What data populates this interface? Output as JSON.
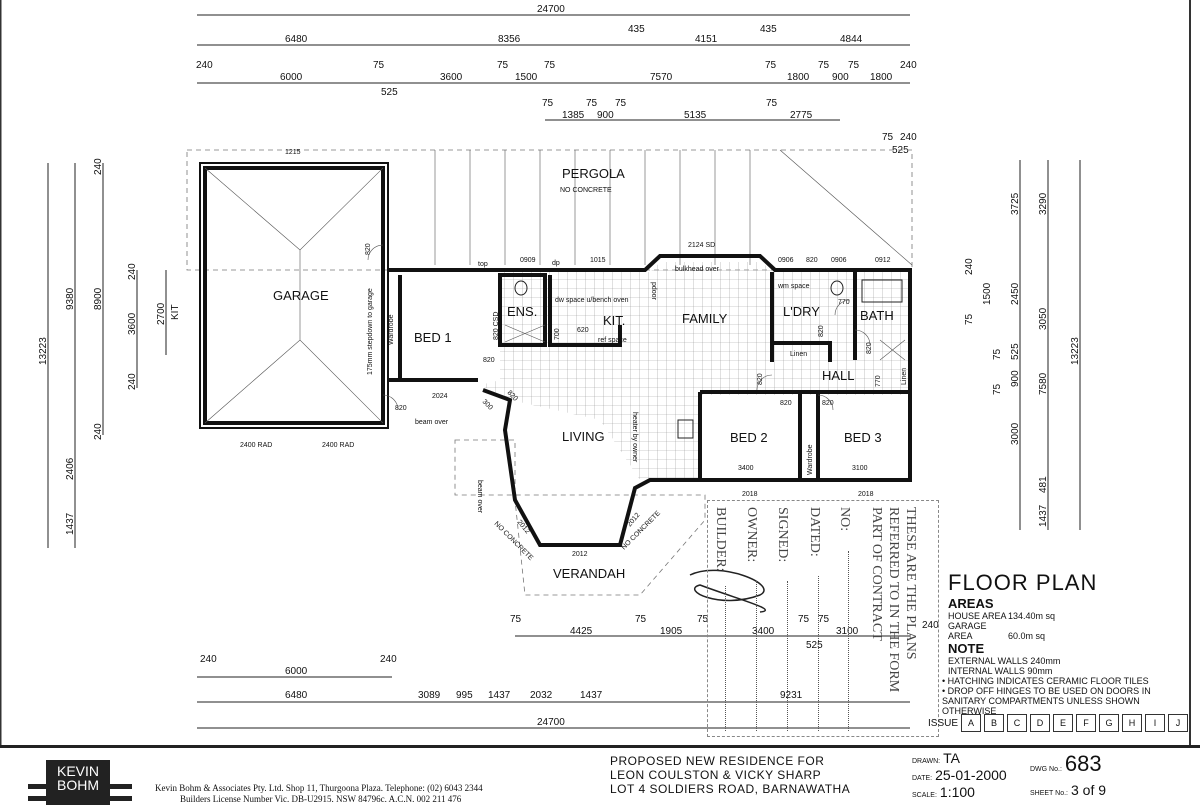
{
  "dims_top": {
    "overall": "24700",
    "row2": [
      "6480",
      "8356",
      "435",
      "4151",
      "435",
      "4844"
    ],
    "row3": [
      "240",
      "6000",
      "75",
      "525",
      "3600",
      "75",
      "1500",
      "75",
      "7570",
      "75",
      "1800",
      "75",
      "900",
      "75",
      "1800",
      "240"
    ],
    "row4": [
      "75",
      "1385",
      "75",
      "900",
      "75",
      "5135",
      "75",
      "2775"
    ],
    "right_top": [
      "75",
      "240",
      "525"
    ]
  },
  "dims_left": [
    "13223",
    "9380",
    "8900",
    "240",
    "240",
    "2406",
    "1437",
    "240",
    "3600",
    "240",
    "2700",
    "KIT"
  ],
  "dims_right": [
    "3725",
    "3290",
    "240",
    "1500",
    "2450",
    "3050",
    "13223",
    "75",
    "75",
    "525",
    "900",
    "75",
    "7580",
    "3000",
    "481",
    "1437"
  ],
  "dims_bottom": {
    "row1": [
      "75",
      "4425",
      "75",
      "1905",
      "75",
      "3400",
      "75",
      "525",
      "75",
      "3100",
      "240"
    ],
    "row2": [
      "240",
      "6000",
      "240"
    ],
    "row3": [
      "6480",
      "3089",
      "995",
      "1437",
      "2032",
      "1437",
      "9231"
    ],
    "overall": "24700"
  },
  "rooms": {
    "garage": "GARAGE",
    "bed1": "BED 1",
    "ens": "ENS.",
    "kit": "KIT.",
    "family": "FAMILY",
    "ldry": "L'DRY",
    "bath": "BATH",
    "hall": "HALL",
    "living": "LIVING",
    "bed2": "BED 2",
    "bed3": "BED 3",
    "pergola": "PERGOLA",
    "verandah": "VERANDAH"
  },
  "annotations": {
    "no_concrete": "NO CONCRETE",
    "wardrobe": "Wardrobe",
    "stepdown": "175mm stepdown to garage",
    "linen": "Linen",
    "bulkhead": "bulkhead over",
    "beam_over": "beam over",
    "heater": "heater by owner",
    "sd": "2124 SD",
    "top": "top",
    "dp": "dp",
    "pdoor": "pdoor",
    "wm_space": "wm space",
    "dw_space": "dw space u/bench oven",
    "ref_space": "ref space",
    "rad_2400": "2400 RAD",
    "windows": [
      "1215",
      "0909",
      "1015",
      "0906",
      "820",
      "0906",
      "0912",
      "2024",
      "2018",
      "2018",
      "2012",
      "2012",
      "2012"
    ],
    "doors": [
      "820",
      "820",
      "820",
      "820",
      "770",
      "820",
      "820",
      "820",
      "820",
      "770",
      "620",
      "700",
      "300",
      "820",
      "820"
    ],
    "bed2_width": "3400",
    "bed3_width": "3100",
    "sd_820": "820 CSD"
  },
  "contract_stamp": {
    "heading": [
      "THESE ARE THE PLANS",
      "REFERRED TO IN THE FORM",
      "PART OF CONTRACT"
    ],
    "fields": [
      "NO:",
      "DATED:",
      "SIGNED:",
      "OWNER:",
      "BUILDER:"
    ]
  },
  "notes": {
    "title": "FLOOR PLAN",
    "areas_heading": "AREAS",
    "house_area_label": "HOUSE AREA",
    "house_area": "134.40m sq",
    "garage_area_label": "GARAGE AREA",
    "garage_area": "60.0m sq",
    "note_heading": "NOTE",
    "ext_walls": "EXTERNAL WALLS 240mm",
    "int_walls": "INTERNAL WALLS 90mm",
    "bullets": [
      "HATCHING INDICATES CERAMIC FLOOR TILES",
      "DROP OFF HINGES TO BE USED ON DOORS IN SANITARY COMPARTMENTS UNLESS SHOWN OTHERWISE"
    ]
  },
  "issue": {
    "label": "ISSUE",
    "letters": [
      "A",
      "B",
      "C",
      "D",
      "E",
      "F",
      "G",
      "H",
      "I",
      "J"
    ]
  },
  "title_block": {
    "logo": [
      "KEVIN",
      "BOHM"
    ],
    "company": "Kevin Bohm & Associates Pty. Ltd. Shop 11, Thurgoona Plaza. Telephone: (02) 6043 2344",
    "company2": "Builders License Number Vic. DB-U2915. NSW 84796c. A.C.N. 002 211 476",
    "project": [
      "PROPOSED NEW RESIDENCE FOR",
      "LEON COULSTON & VICKY SHARP",
      "LOT 4 SOLDIERS ROAD, BARNAWATHA"
    ],
    "drawn_label": "DRAWN:",
    "drawn": "TA",
    "date_label": "DATE:",
    "date": "25-01-2000",
    "scale_label": "SCALE:",
    "scale": "1:100",
    "dwg_label": "DWG No.:",
    "dwg": "683",
    "sheet_label": "SHEET No.:",
    "sheet": "3 of 9"
  }
}
